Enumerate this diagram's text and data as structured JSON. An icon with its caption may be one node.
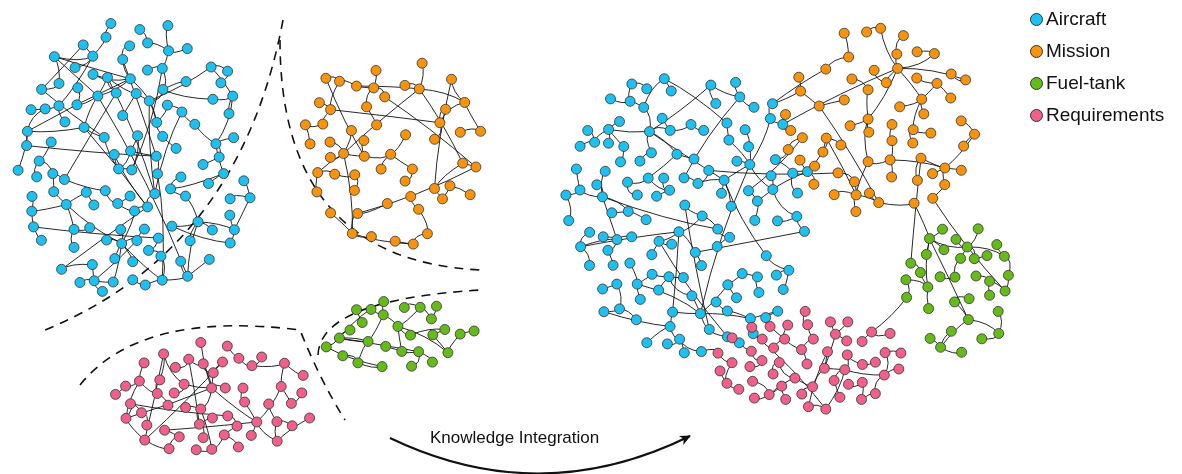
{
  "diagram": {
    "labels": [
      "Knowledge Integration"
    ],
    "legend": [
      {
        "text": "Aircraft",
        "color": "#1ec0ef"
      },
      {
        "text": "Mission",
        "color": "#f7930c"
      },
      {
        "text": "Fuel-tank",
        "color": "#66bb1a"
      },
      {
        "text": "Requirements",
        "color": "#f0608a"
      }
    ]
  }
}
